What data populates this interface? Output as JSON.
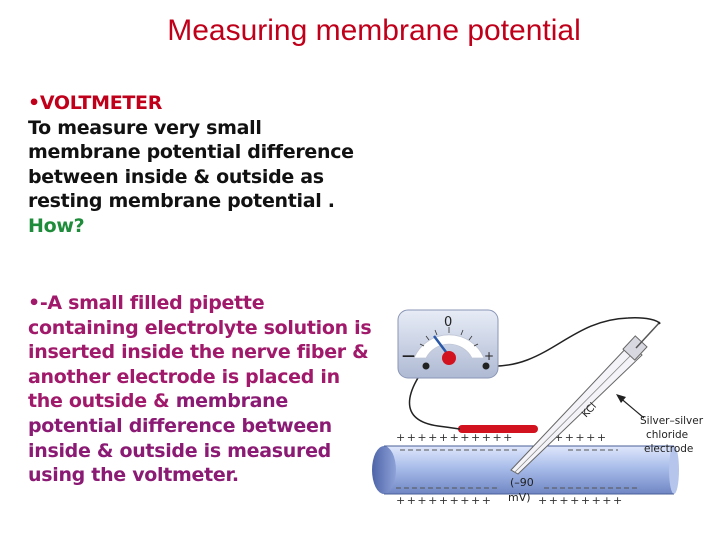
{
  "slide": {
    "title": "Measuring membrane potential",
    "block1": {
      "heading": "•VOLTMETER",
      "lines": [
        "To measure very small",
        "membrane potential difference",
        "between inside & outside as",
        "resting membrane potential ."
      ],
      "question": "How?"
    },
    "block2": {
      "lines_part1": [
        "•-A small filled pipette",
        "containing electrolyte solution is",
        "inserted inside the nerve fiber &",
        "another electrode is placed in"
      ],
      "line5_plain": "the outside & ",
      "line5_highlight": "membrane",
      "lines_part2": [
        "potential difference between",
        "inside & outside is measured",
        "using the voltmeter."
      ]
    }
  },
  "figure": {
    "meter_zero": "0",
    "meter_minus": "—",
    "meter_plus": "+",
    "kcl_label": "KCl",
    "electrode_label_lines": [
      "Silver–silver",
      "chloride",
      "electrode"
    ],
    "top_charge_left": "+++++++++++",
    "top_charge_right": "+++++",
    "reading_line1": "(–90",
    "reading_line2": "mV)",
    "bottom_charge_left": "+++++++++",
    "bottom_charge_right": "++++++++",
    "colors": {
      "title": "#c0001a",
      "green": "#1e8c3a",
      "magenta": "#a0196a",
      "fiber": "#9fb4e6",
      "meter_body": "#c9d3e8"
    }
  }
}
